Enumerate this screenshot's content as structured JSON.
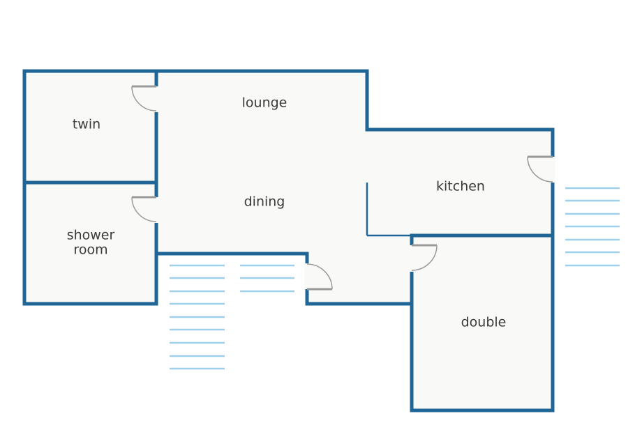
{
  "rooms": {
    "twin": "twin",
    "lounge": "lounge",
    "dining": "dining",
    "kitchen": "kitchen",
    "shower_line1": "shower",
    "shower_line2": "room",
    "double": "double"
  },
  "colors": {
    "wall": "#1f6696",
    "floor": "#f9f9f8",
    "stairs": "#9fd0ea",
    "door": "#9a9a9a",
    "label": "#3a3a3a"
  }
}
